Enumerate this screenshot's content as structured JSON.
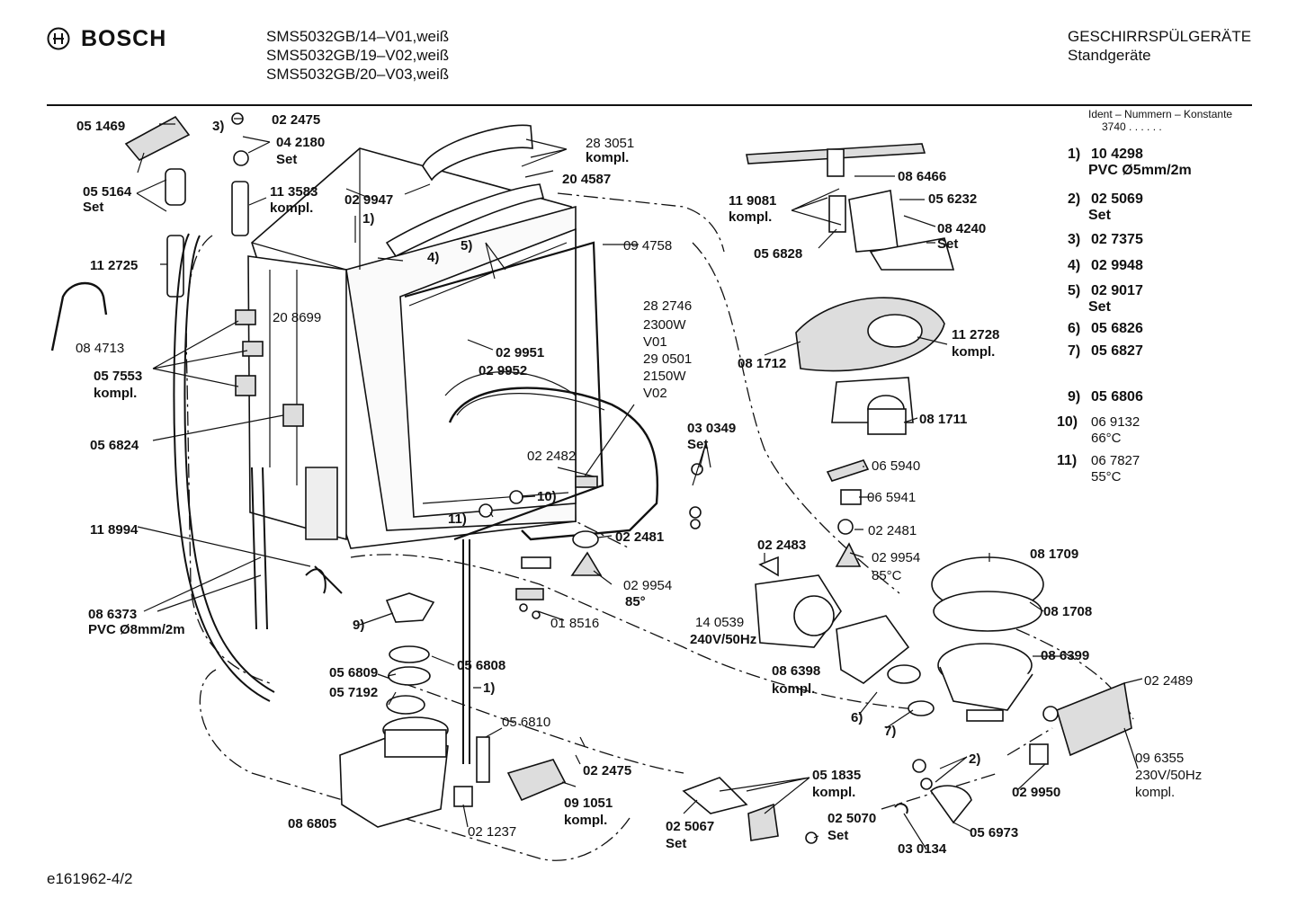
{
  "header": {
    "brand": "BOSCH",
    "models": [
      "SMS5032GB/14–V01,weiß",
      "SMS5032GB/19–V02,weiß",
      "SMS5032GB/20–V03,weiß"
    ],
    "category": "GESCHIRRSPÜLGERÄTE",
    "subcategory": "Standgeräte"
  },
  "ident": {
    "title": "Ident – Nummern – Konstante",
    "value": "3740 . . . . . ."
  },
  "legend": [
    {
      "key": "1)",
      "value": "10 4298",
      "sub": "PVC Ø5mm/2m"
    },
    {
      "key": "2)",
      "value": "02 5069",
      "sub": "Set"
    },
    {
      "key": "3)",
      "value": "02 7375",
      "sub": ""
    },
    {
      "key": "4)",
      "value": "02 9948",
      "sub": ""
    },
    {
      "key": "5)",
      "value": "02 9017",
      "sub": "Set"
    },
    {
      "key": "6)",
      "value": "05 6826",
      "sub": ""
    },
    {
      "key": "7)",
      "value": "05 6827",
      "sub": ""
    },
    {
      "key": "9)",
      "value": "05 6806",
      "sub": ""
    },
    {
      "key": "10)",
      "value": "06 9132",
      "sub": "66°C"
    },
    {
      "key": "11)",
      "value": "06 7827",
      "sub": "55°C"
    }
  ],
  "labels": [
    "05 1469",
    "3)",
    "02 2475",
    "04 2180",
    "Set",
    "28 3051",
    "kompl.",
    "05 5164",
    "Set",
    "11 3583",
    "kompl.",
    "02 9947",
    "20 4587",
    "1)",
    "11 9081",
    "kompl.",
    "08 6466",
    "05 6232",
    "08 4240",
    "Set",
    "05 6828",
    "11 2725",
    "5)",
    "4)",
    "09 4758",
    "08 4713",
    "20 8699",
    "28 2746",
    "2300W",
    "V01",
    "29 0501",
    "2150W",
    "V02",
    "11 2728",
    "kompl.",
    "05 7553",
    "kompl.",
    "02 9951",
    "02 9952",
    "08 1712",
    "08 1711",
    "05 6824",
    "03 0349",
    "Set",
    "06 5940",
    "06 5941",
    "02 2482",
    "10)",
    "11)",
    "11 8994",
    "02 2481",
    "02 2481",
    "02 2483",
    "02 9954",
    "85°C",
    "02 9954",
    "85°",
    "08 1709",
    "08 1708",
    "08 6373",
    "PVC Ø8mm/2m",
    "01 8516",
    "14 0539",
    "240V/50Hz",
    "9)",
    "05 6808",
    "08 6399",
    "05 6809",
    "05 7192",
    "1)",
    "08 6398",
    "kompl.",
    "02 2489",
    "6)",
    "7)",
    "05 6810",
    "02 2475",
    "2)",
    "05 1835",
    "kompl.",
    "09 1051",
    "kompl.",
    "02 9950",
    "09 6355",
    "230V/50Hz",
    "kompl.",
    "08 6805",
    "02 1237",
    "02 5067",
    "Set",
    "02 5070",
    "Set",
    "05 6973",
    "03 0134"
  ],
  "footer": "e161962-4/2"
}
